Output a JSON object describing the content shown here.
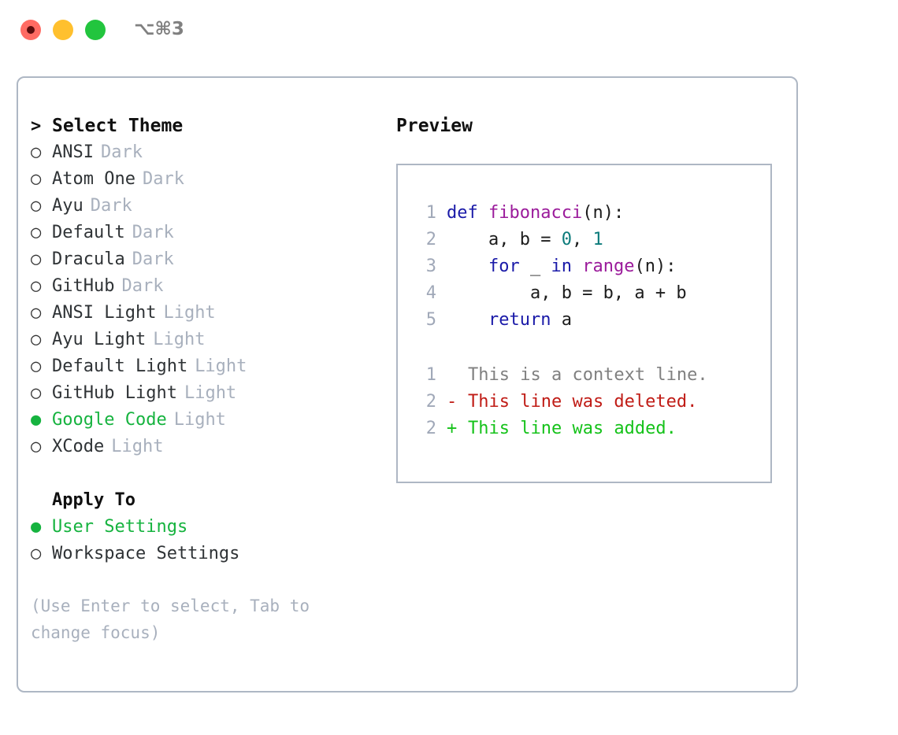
{
  "window": {
    "shortcut_label": "⌥⌘3",
    "traffic_lights": [
      {
        "name": "close",
        "color": "#ff6b63"
      },
      {
        "name": "minimize",
        "color": "#ffc02e"
      },
      {
        "name": "maximize",
        "color": "#22c53e"
      }
    ]
  },
  "theme_picker": {
    "prompt_marker": ">",
    "header": "Select Theme",
    "marker_unselected": "○",
    "marker_selected": "●",
    "items": [
      {
        "name": "ANSI",
        "variant": "Dark",
        "selected": false
      },
      {
        "name": "Atom One",
        "variant": "Dark",
        "selected": false
      },
      {
        "name": "Ayu",
        "variant": "Dark",
        "selected": false
      },
      {
        "name": "Default",
        "variant": "Dark",
        "selected": false
      },
      {
        "name": "Dracula",
        "variant": "Dark",
        "selected": false
      },
      {
        "name": "GitHub",
        "variant": "Dark",
        "selected": false
      },
      {
        "name": "ANSI Light",
        "variant": "Light",
        "selected": false
      },
      {
        "name": "Ayu Light",
        "variant": "Light",
        "selected": false
      },
      {
        "name": "Default Light",
        "variant": "Light",
        "selected": false
      },
      {
        "name": "GitHub Light",
        "variant": "Light",
        "selected": false
      },
      {
        "name": "Google Code",
        "variant": "Light",
        "selected": true
      },
      {
        "name": "XCode",
        "variant": "Light",
        "selected": false
      }
    ]
  },
  "apply_to": {
    "title": "Apply To",
    "options": [
      {
        "name": "User Settings",
        "selected": true
      },
      {
        "name": "Workspace Settings",
        "selected": false
      }
    ]
  },
  "hint": "(Use Enter to select, Tab to change focus)",
  "preview": {
    "title": "Preview",
    "code_lines": [
      {
        "lineno": "1",
        "tokens": [
          {
            "text": "def ",
            "type": "kw"
          },
          {
            "text": "fibonacci",
            "type": "fn"
          },
          {
            "text": "(n):",
            "type": "txt"
          }
        ]
      },
      {
        "lineno": "2",
        "tokens": [
          {
            "text": "    a, b = ",
            "type": "txt"
          },
          {
            "text": "0",
            "type": "num"
          },
          {
            "text": ", ",
            "type": "txt"
          },
          {
            "text": "1",
            "type": "num"
          }
        ]
      },
      {
        "lineno": "3",
        "tokens": [
          {
            "text": "    ",
            "type": "txt"
          },
          {
            "text": "for",
            "type": "kw"
          },
          {
            "text": " _ ",
            "type": "txt"
          },
          {
            "text": "in",
            "type": "kw"
          },
          {
            "text": " ",
            "type": "txt"
          },
          {
            "text": "range",
            "type": "fn"
          },
          {
            "text": "(n):",
            "type": "txt"
          }
        ]
      },
      {
        "lineno": "4",
        "tokens": [
          {
            "text": "        a, b = b, a + b",
            "type": "txt"
          }
        ]
      },
      {
        "lineno": "5",
        "tokens": [
          {
            "text": "    ",
            "type": "txt"
          },
          {
            "text": "return",
            "type": "kw"
          },
          {
            "text": " a",
            "type": "txt"
          }
        ]
      }
    ],
    "diff_lines": [
      {
        "lineno": "1",
        "sign": " ",
        "text": "This is a context line.",
        "kind": "context"
      },
      {
        "lineno": "2",
        "sign": "-",
        "text": "This line was deleted.",
        "kind": "deleted"
      },
      {
        "lineno": "2",
        "sign": "+",
        "text": "This line was added.",
        "kind": "added"
      }
    ]
  },
  "colors": {
    "accent_green": "#16b33f",
    "muted": "#a8b0bd",
    "border": "#aeb7c4",
    "keyword": "#1a1aa8",
    "function": "#9b1b9b",
    "number": "#0c7b7b",
    "diff_added": "#15c21a",
    "diff_deleted": "#c01c16",
    "diff_context": "#808080"
  }
}
